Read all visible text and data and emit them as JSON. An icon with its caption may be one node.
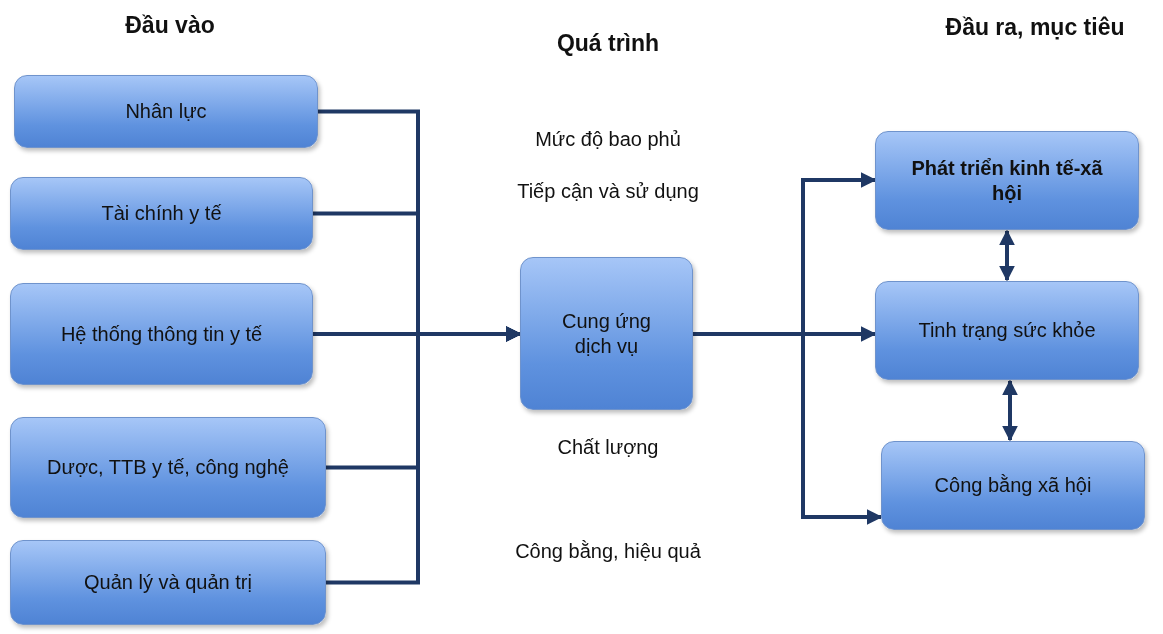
{
  "diagram": {
    "nodes": [
      {
        "text": [
          "Nhân lực"
        ]
      },
      {
        "text": [
          "Tài chính y tế"
        ]
      },
      {
        "text": [
          "Hệ thống thông tin y tế"
        ]
      },
      {
        "text": [
          "Dược, TTB y tế, công nghệ"
        ]
      },
      {
        "text": [
          "Quản lý và quản trị"
        ]
      },
      {
        "text": [
          "Cung ứng dịch vụ"
        ]
      },
      {
        "text": [
          "Phát triển kinh tế-xã hội"
        ]
      },
      {
        "text": [
          "Tinh trạng sức khỏe"
        ]
      },
      {
        "text": [
          "Công bằng xã hội"
        ]
      }
    ],
    "edges": [
      {
        "from": 0,
        "to": 5,
        "arrow": "to"
      },
      {
        "from": 1,
        "to": 5,
        "arrow": "to"
      },
      {
        "from": 2,
        "to": 5,
        "arrow": "to"
      },
      {
        "from": 3,
        "to": 5,
        "arrow": "to"
      },
      {
        "from": 4,
        "to": 5,
        "arrow": "to"
      },
      {
        "from": 5,
        "to": 6,
        "arrow": "to"
      },
      {
        "from": 5,
        "to": 7,
        "arrow": "to"
      },
      {
        "from": 5,
        "to": 8,
        "arrow": "to"
      },
      {
        "from": 6,
        "to": 7,
        "arrow": "both"
      },
      {
        "from": 7,
        "to": 8,
        "arrow": "both"
      }
    ],
    "labels": [
      "Đầu vào",
      "Quá trình",
      "Đầu ra, mục tiêu",
      "Mức độ bao phủ",
      "Tiếp cận và sử dụng",
      "Chất lượng",
      "Công bằng, hiệu quả"
    ]
  }
}
